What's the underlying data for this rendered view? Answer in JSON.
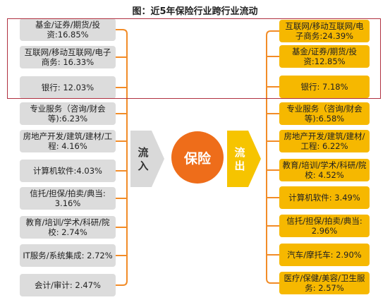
{
  "title": "图：近5年保险行业跨行业流动",
  "center_label": "保险",
  "inflow_label": "流入",
  "outflow_label": "流出",
  "inflow_items": [
    "基金/证券/期货/投资:16.85%",
    "互联网/移动互联网/电子商务: 16.33%",
    "银行: 12.03%",
    "专业服务（咨询/财会等):6.23%",
    "房地产开发/建筑/建材/工程: 4.16%",
    "计算机软件:4.03%",
    "信托/担保/拍卖/典当: 3.16%",
    "教育/培训/学术/科研/院校: 2.74%",
    "IT服务/系统集成: 2.72%",
    "会计/审计: 2.47%"
  ],
  "outflow_items": [
    "互联网/移动互联网/电子商务:24.39%",
    "基金/证券/期货/投资:12.85%",
    "银行: 7.18%",
    "专业服务（咨询/财会等):6.58%",
    "房地产开发/建筑/建材/工程: 6.22%",
    "教育/培训/学术/科研/院校: 4.52%",
    "计算机软件: 3.49%",
    "信托/担保/拍卖/典当: 2.96%",
    "汽车/摩托车: 2.90%",
    "医疗/保健/美容/卫生服务: 2.57%"
  ],
  "colors": {
    "inflow_box": "#dcdcdc",
    "outflow_box": "#f6b800",
    "connector": "#f28c28",
    "center": "#ee6d1a",
    "highlight": "#b03040"
  }
}
